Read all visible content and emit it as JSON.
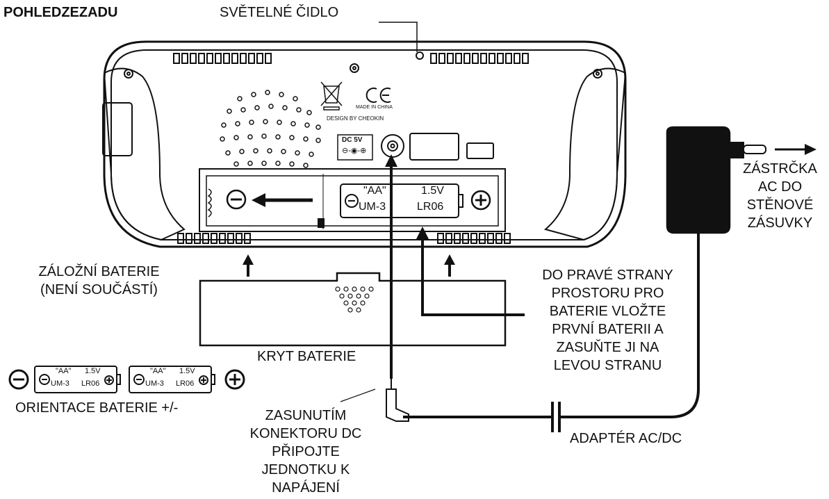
{
  "title": "POHLEDZEZADU",
  "labels": {
    "light_sensor": "SVĚTELNÉ ČIDLO",
    "plug": [
      "ZÁSTRČKA",
      "AC DO",
      "STĚNOVÉ",
      "ZÁSUVKY"
    ],
    "backup_battery": [
      "ZÁLOŽNÍ BATERIE",
      "(NENÍ SOUČÁSTÍ)"
    ],
    "insert_instruction": [
      "DO PRAVÉ STRANY",
      "PROSTORU PRO",
      "BATERIE VLOŽTE",
      "PRVNÍ BATERII A",
      "ZASUŇTE JI NA",
      "LEVOU STRANU"
    ],
    "battery_cover": "KRYT BATERIE",
    "orientation": "ORIENTACE BATERIE +/-",
    "dc_connector": [
      "ZASUNUTÍM",
      "KONEKTORU DC",
      "PŘIPOJTE",
      "JEDNOTKU K",
      "NAPÁJENÍ"
    ],
    "adapter": "ADAPTÉR AC/DC"
  },
  "battery_cell": {
    "type": "\"AA\"",
    "size": "UM-3",
    "voltage": "1.5V",
    "code": "LR06"
  },
  "dc_jack": {
    "label": "DC 5V"
  },
  "device_marks": {
    "made_in": "MADE IN CHINA",
    "design": "DESIGN BY CHEOKIN"
  },
  "colors": {
    "line": "#111111",
    "background": "#ffffff"
  }
}
